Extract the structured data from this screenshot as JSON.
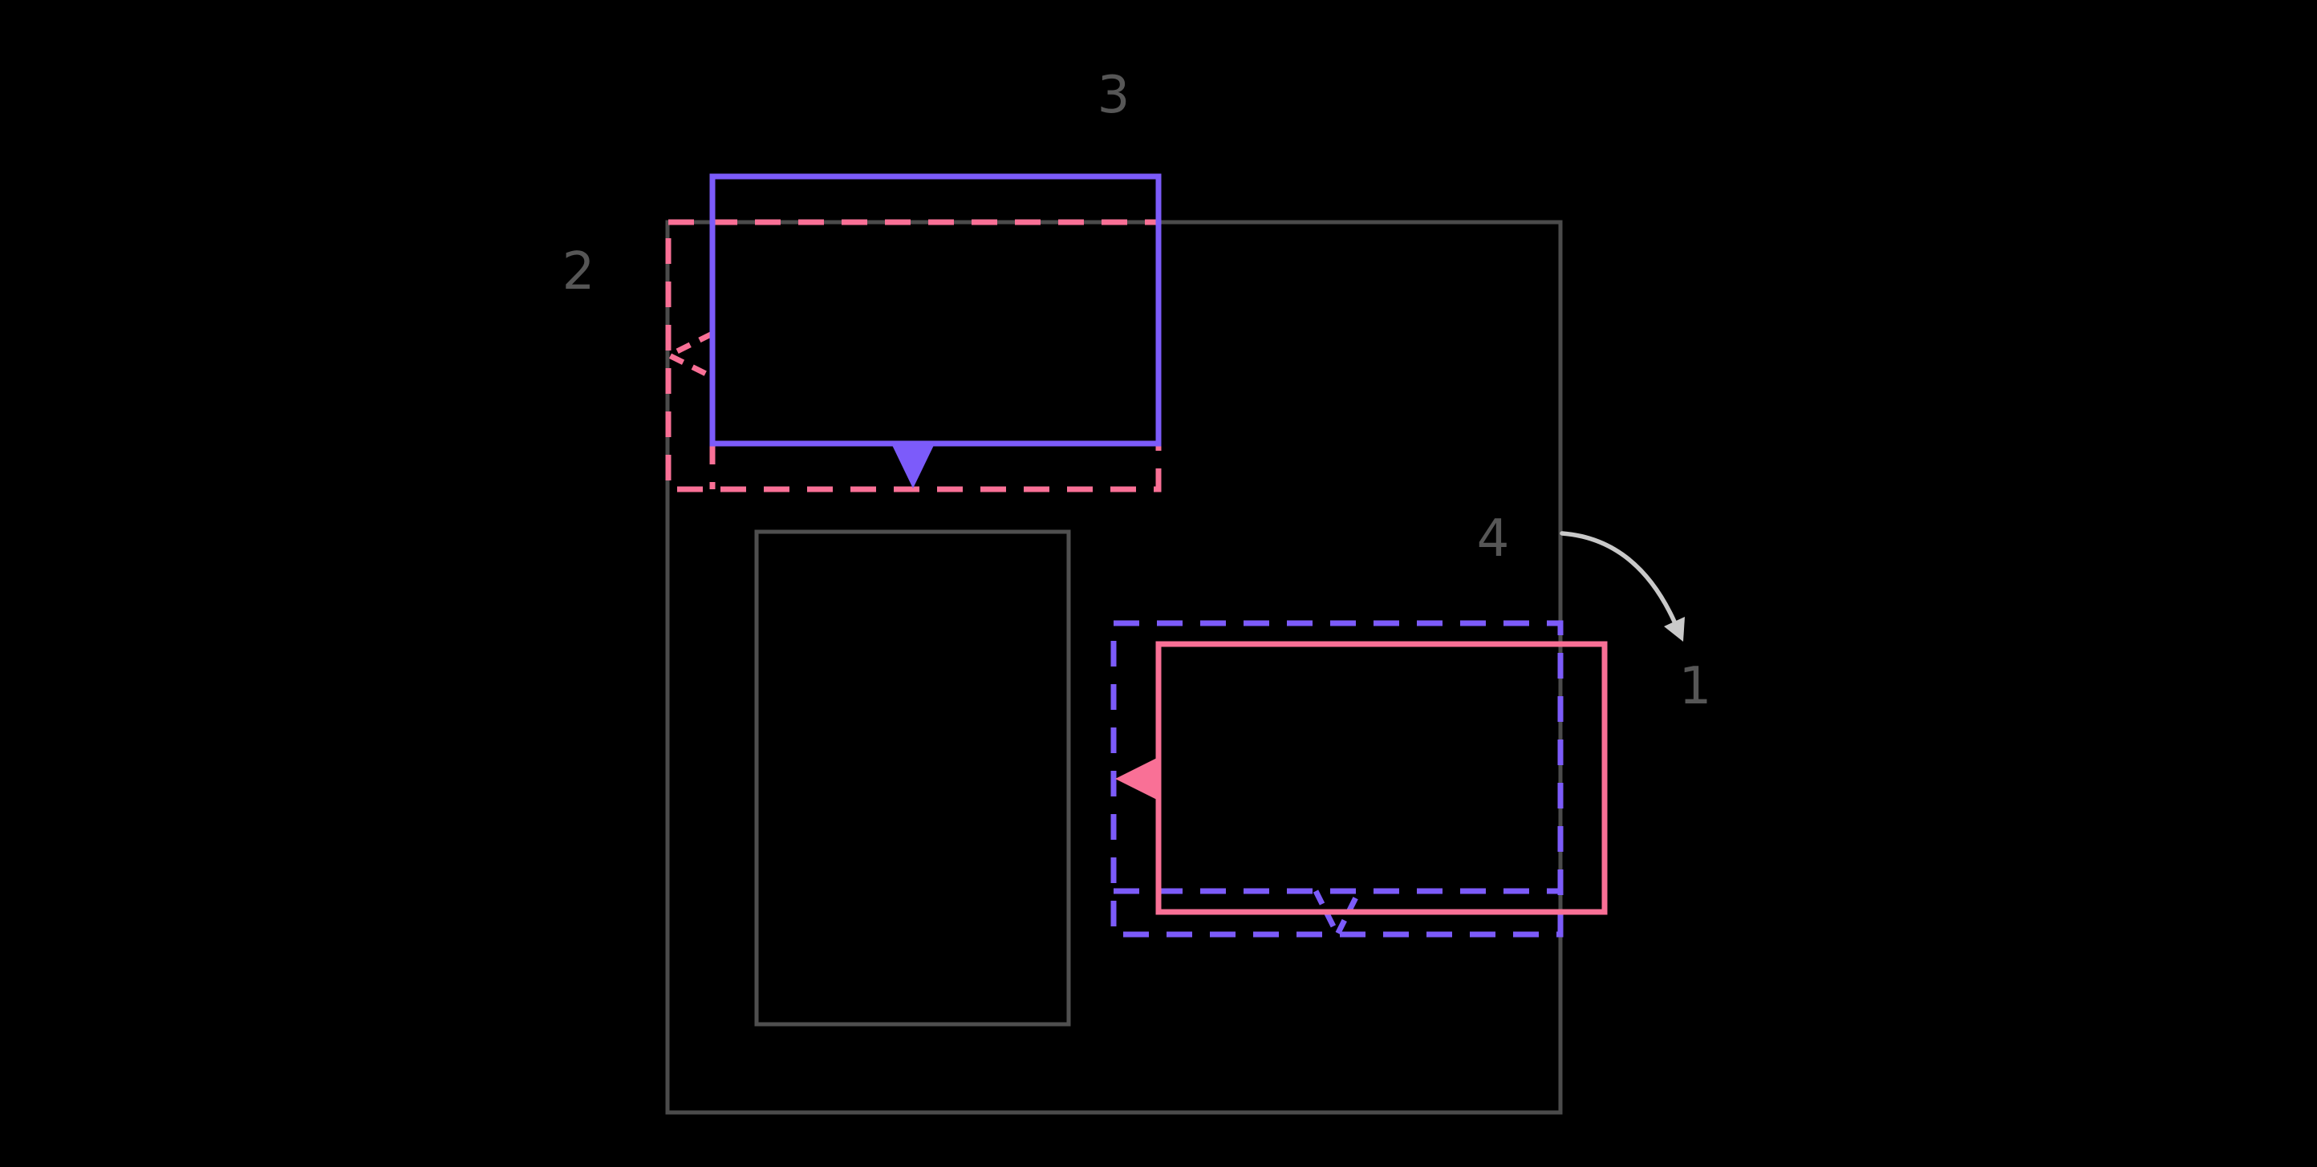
{
  "diagram": {
    "background": "#000000",
    "labels": {
      "one": {
        "text": "1"
      },
      "two": {
        "text": "2"
      },
      "three": {
        "text": "3"
      },
      "four": {
        "text": "4"
      }
    },
    "colors": {
      "purple": "#7C5BFA",
      "pink": "#F97096",
      "screen_outline": "#4B4B4B",
      "inner_outline": "#4F4F4F",
      "label": "#565656",
      "arrow": "#C9C9C9"
    }
  }
}
